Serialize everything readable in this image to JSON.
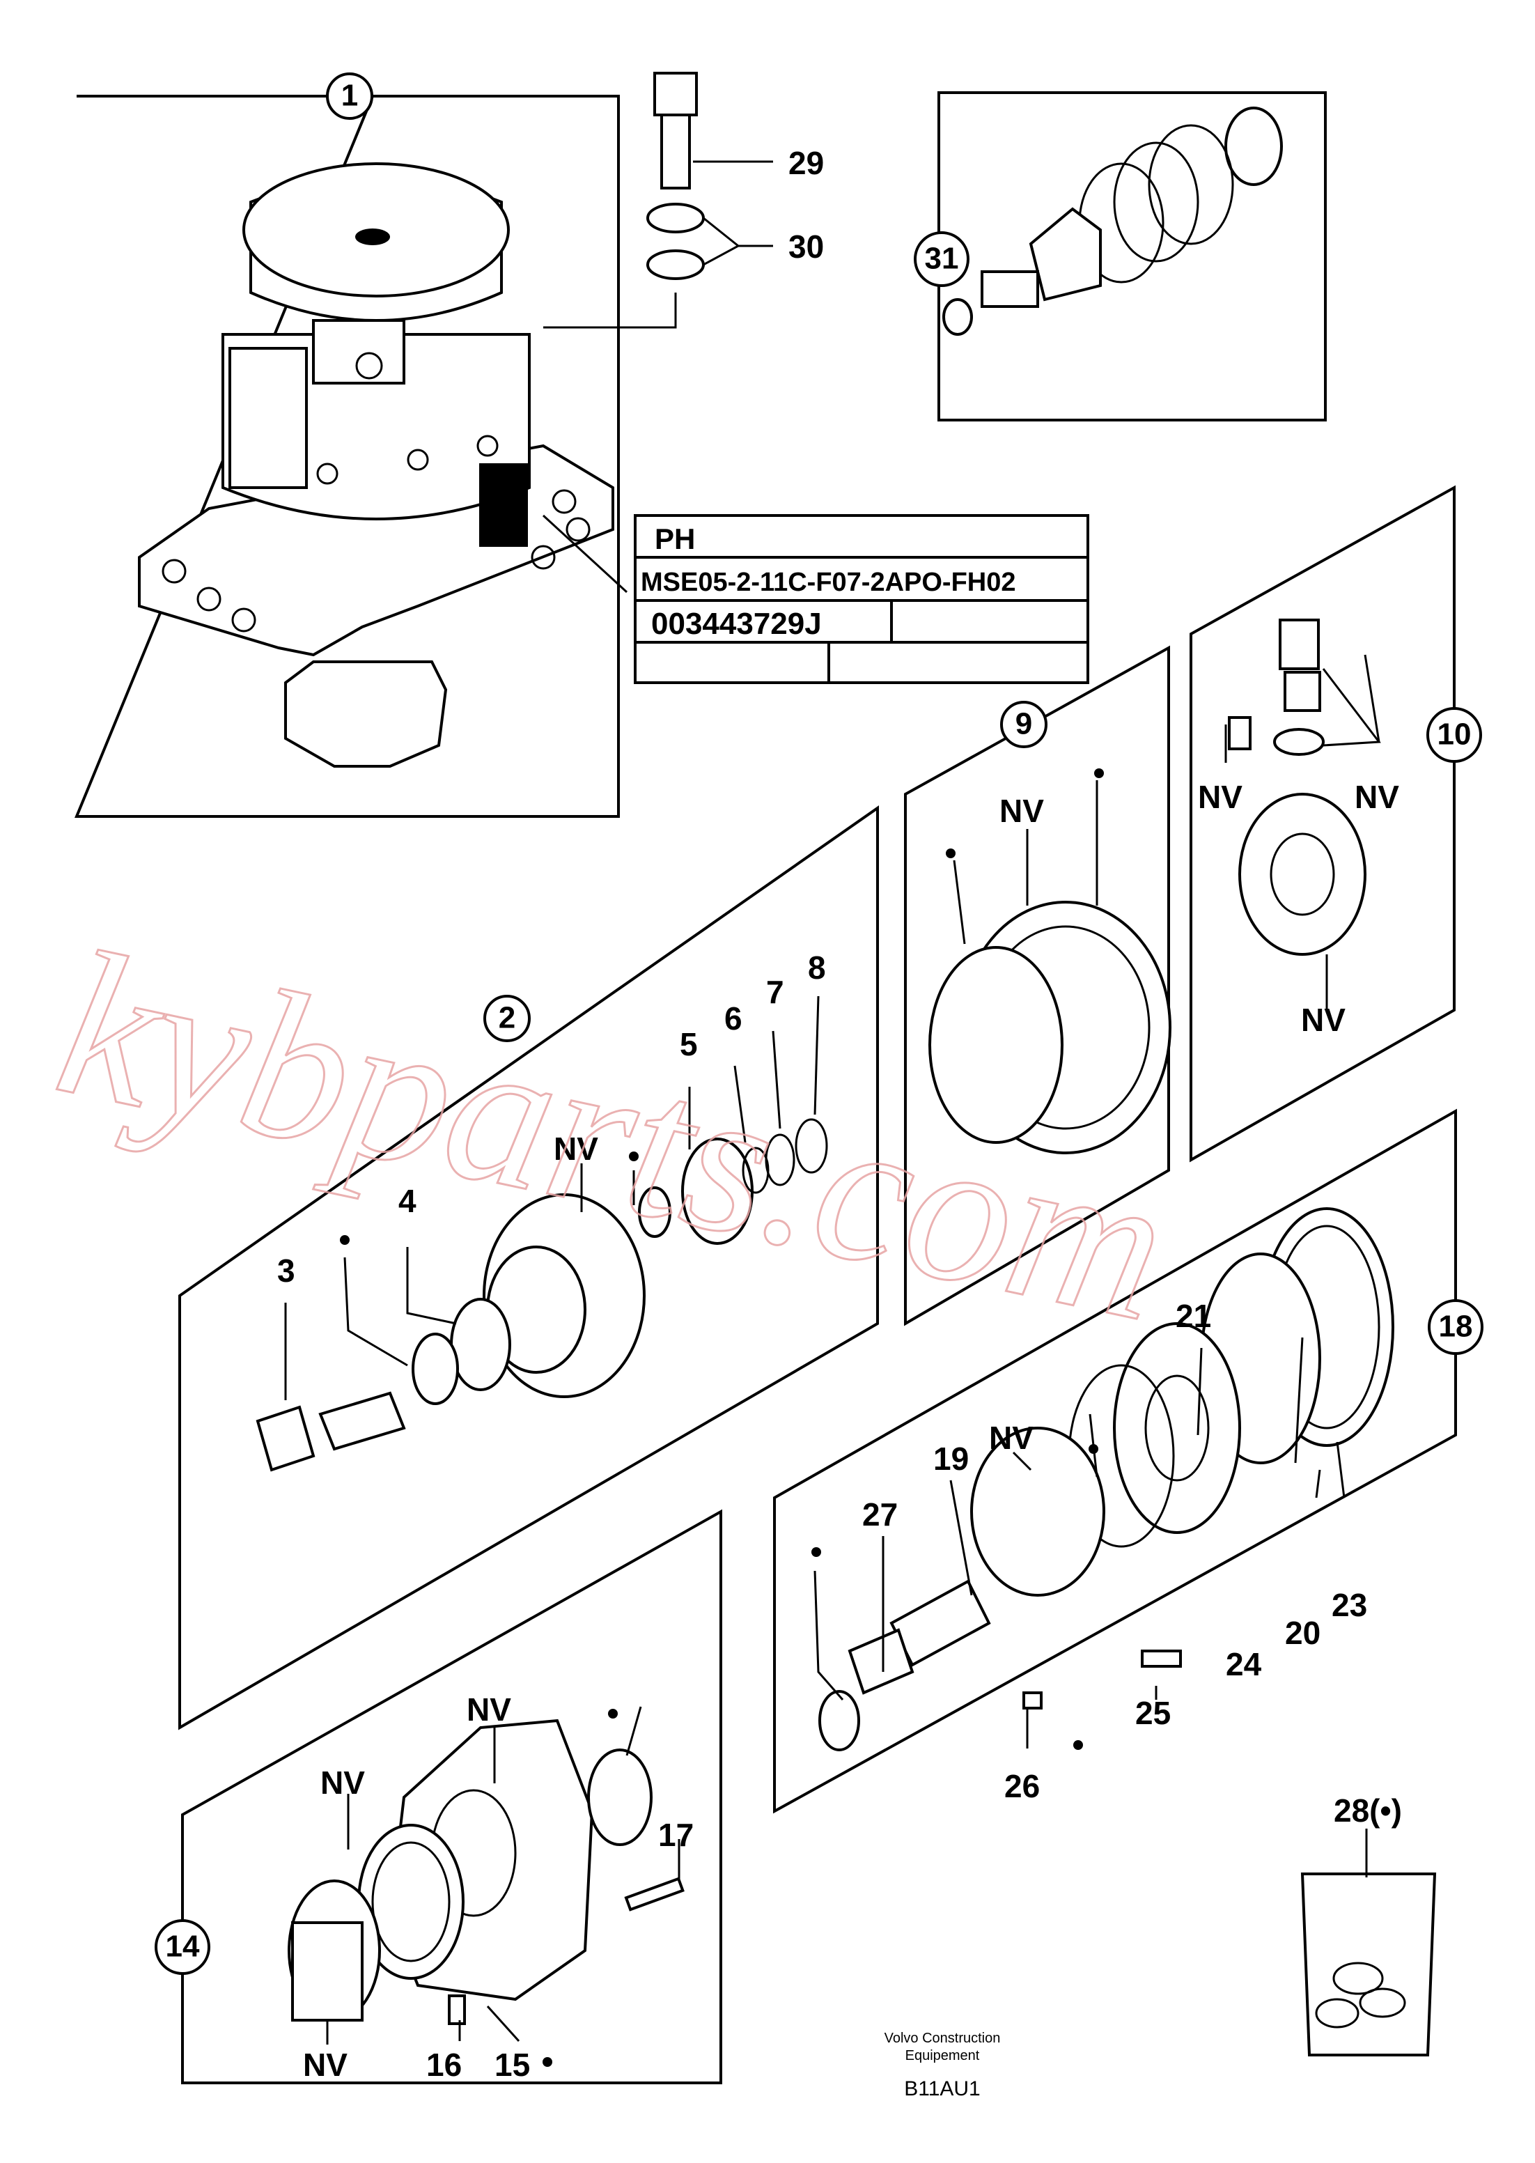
{
  "watermark": "kybparts.com",
  "nameplate": {
    "line1": "PH",
    "line2": "MSE05-2-11C-F07-2APO-FH02",
    "line3": "003443729J"
  },
  "callouts": {
    "c1": "1",
    "c2": "2",
    "c9": "9",
    "c10": "10",
    "c14": "14",
    "c18": "18",
    "c31": "31"
  },
  "labels": {
    "l29": "29",
    "l30": "30",
    "l3": "3",
    "l4": "4",
    "l5": "5",
    "l6": "6",
    "l7": "7",
    "l8": "8",
    "l17": "17",
    "l16": "16",
    "l15": "15",
    "l19": "19",
    "l20": "20",
    "l21": "21",
    "l23": "23",
    "l24": "24",
    "l25": "25",
    "l26": "26",
    "l27": "27",
    "l28": "28(•)",
    "nv": "NV"
  },
  "footer": {
    "line1": "Volvo Construction",
    "line2": "Equipement",
    "code": "B11AU1"
  }
}
